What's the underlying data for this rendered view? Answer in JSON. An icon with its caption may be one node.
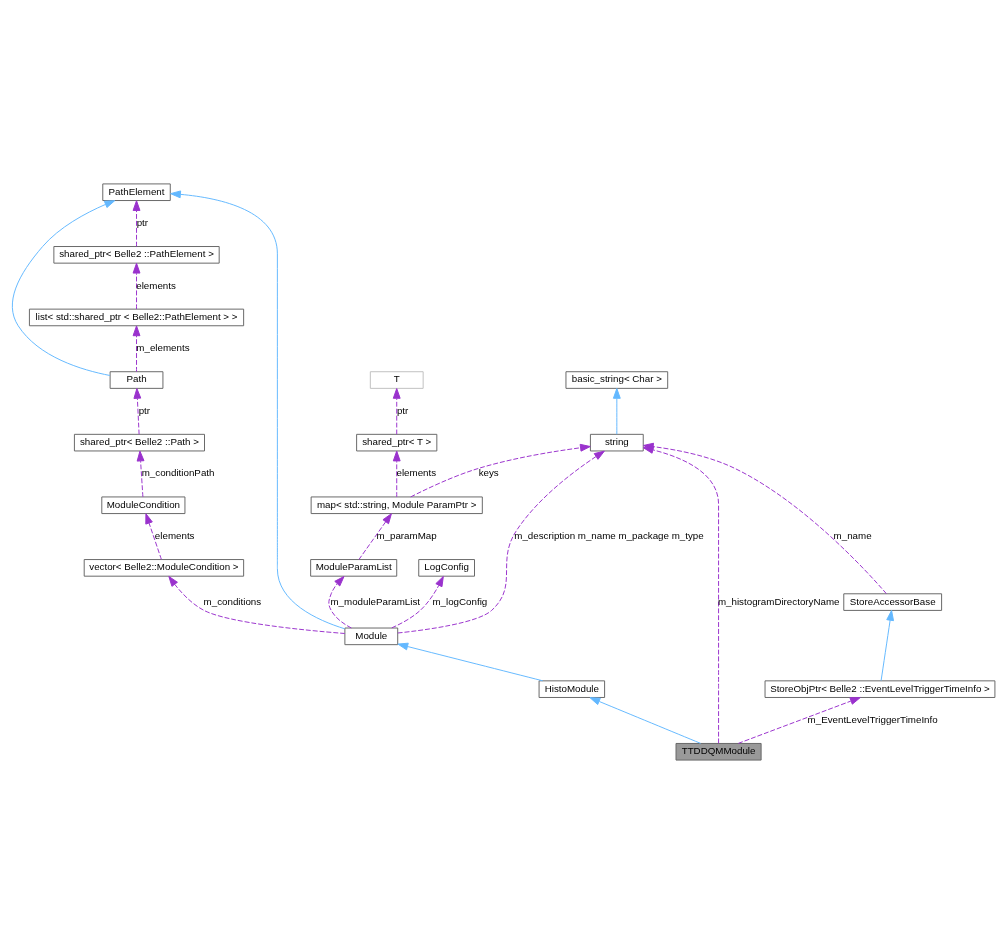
{
  "diagram": {
    "nodes": [
      {
        "text": [
          "PathElement"
        ]
      },
      {
        "text": [
          "shared_ptr< Belle2 ::PathElement >"
        ]
      },
      {
        "text": [
          "list< std::shared_ptr < Belle2::PathElement > >"
        ]
      },
      {
        "text": [
          "Path"
        ]
      },
      {
        "text": [
          "T"
        ]
      },
      {
        "text": [
          "shared_ptr< T >"
        ]
      },
      {
        "text": [
          "shared_ptr< Belle2 ::Path >"
        ]
      },
      {
        "text": [
          "basic_string< Char >"
        ]
      },
      {
        "text": [
          "string"
        ]
      },
      {
        "text": [
          "map< std::string, Module ParamPtr >"
        ]
      },
      {
        "text": [
          "ModuleCondition"
        ]
      },
      {
        "text": [
          "StoreAccessorBase"
        ]
      },
      {
        "text": [
          "LogConfig"
        ]
      },
      {
        "text": [
          "ModuleParamList"
        ]
      },
      {
        "text": [
          "vector< Belle2::ModuleCondition >"
        ]
      },
      {
        "text": [
          "StoreObjPtr< Belle2 ::EventLevelTriggerTimeInfo >"
        ]
      },
      {
        "text": [
          "Module"
        ]
      },
      {
        "text": [
          "HistoModule"
        ]
      },
      {
        "text": [
          "TTDDQMModule"
        ]
      }
    ],
    "edges": [
      {
        "from": 16,
        "to": 0,
        "arrow": "to",
        "color": "#63b8ff"
      },
      {
        "from": 3,
        "to": 0,
        "arrow": "to",
        "color": "#63b8ff"
      },
      {
        "from": 1,
        "to": 0,
        "arrow": "to",
        "label": "ptr",
        "style": "dashed"
      },
      {
        "from": 2,
        "to": 1,
        "arrow": "to",
        "label": "elements",
        "style": "dashed"
      },
      {
        "from": 3,
        "to": 2,
        "arrow": "to",
        "label": "m_elements",
        "style": "dashed"
      },
      {
        "from": 5,
        "to": 4,
        "arrow": "to",
        "label": "ptr",
        "style": "dashed"
      },
      {
        "from": 6,
        "to": 3,
        "arrow": "to",
        "label": "ptr",
        "style": "dashed"
      },
      {
        "from": 8,
        "to": 7,
        "arrow": "to",
        "color": "#63b8ff"
      },
      {
        "from": 9,
        "to": 5,
        "arrow": "to",
        "label": "elements",
        "style": "dashed"
      },
      {
        "from": 9,
        "to": 8,
        "arrow": "to",
        "label": "keys",
        "style": "dashed"
      },
      {
        "from": 10,
        "to": 6,
        "arrow": "to",
        "label": "m_conditionPath",
        "style": "dashed"
      },
      {
        "from": 11,
        "to": 8,
        "arrow": "to",
        "label": "m_name",
        "style": "dashed"
      },
      {
        "from": 13,
        "to": 9,
        "arrow": "to",
        "label": "m_paramMap",
        "style": "dashed"
      },
      {
        "from": 14,
        "to": 10,
        "arrow": "to",
        "label": "elements",
        "style": "dashed"
      },
      {
        "from": 15,
        "to": 11,
        "arrow": "to",
        "color": "#63b8ff"
      },
      {
        "from": 16,
        "to": 12,
        "arrow": "to",
        "label": "m_logConfig",
        "style": "dashed"
      },
      {
        "from": 16,
        "to": 13,
        "arrow": "to",
        "label": "m_moduleParamList",
        "style": "dashed"
      },
      {
        "from": 16,
        "to": 14,
        "arrow": "to",
        "label": "m_conditions",
        "style": "dashed"
      },
      {
        "from": 16,
        "to": 8,
        "arrow": "to",
        "label": "m_description m_name m_package m_type",
        "style": "dashed"
      },
      {
        "from": 17,
        "to": 16,
        "arrow": "to",
        "color": "#63b8ff"
      },
      {
        "from": 18,
        "to": 17,
        "arrow": "to",
        "color": "#63b8ff"
      },
      {
        "from": 18,
        "to": 15,
        "arrow": "to",
        "label": "m_EventLevelTriggerTimeInfo",
        "style": "dashed"
      },
      {
        "from": 18,
        "to": 8,
        "arrow": "to",
        "label": "m_histogramDirectoryName",
        "style": "dashed"
      }
    ]
  }
}
